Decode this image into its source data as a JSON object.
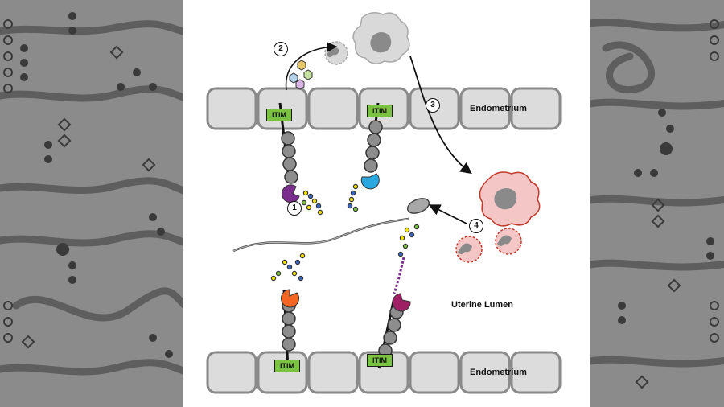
{
  "labels": {
    "endometrium_top": "Endometrium",
    "endometrium_bottom": "Endometrium",
    "uterine_lumen": "Uterine Lumen",
    "itim": "ITIM"
  },
  "steps": [
    "1",
    "2",
    "3",
    "4"
  ],
  "colors": {
    "cell_fill": "#dcdcdc",
    "cell_stroke": "#8a8a8a",
    "itim_green": "#7cc242",
    "receptor_purple": "#7b2d8e",
    "receptor_blue": "#29a8e0",
    "receptor_orange": "#f26522",
    "receptor_magenta": "#9e1f63",
    "immune_cell_red": "#f4c6c6"
  }
}
